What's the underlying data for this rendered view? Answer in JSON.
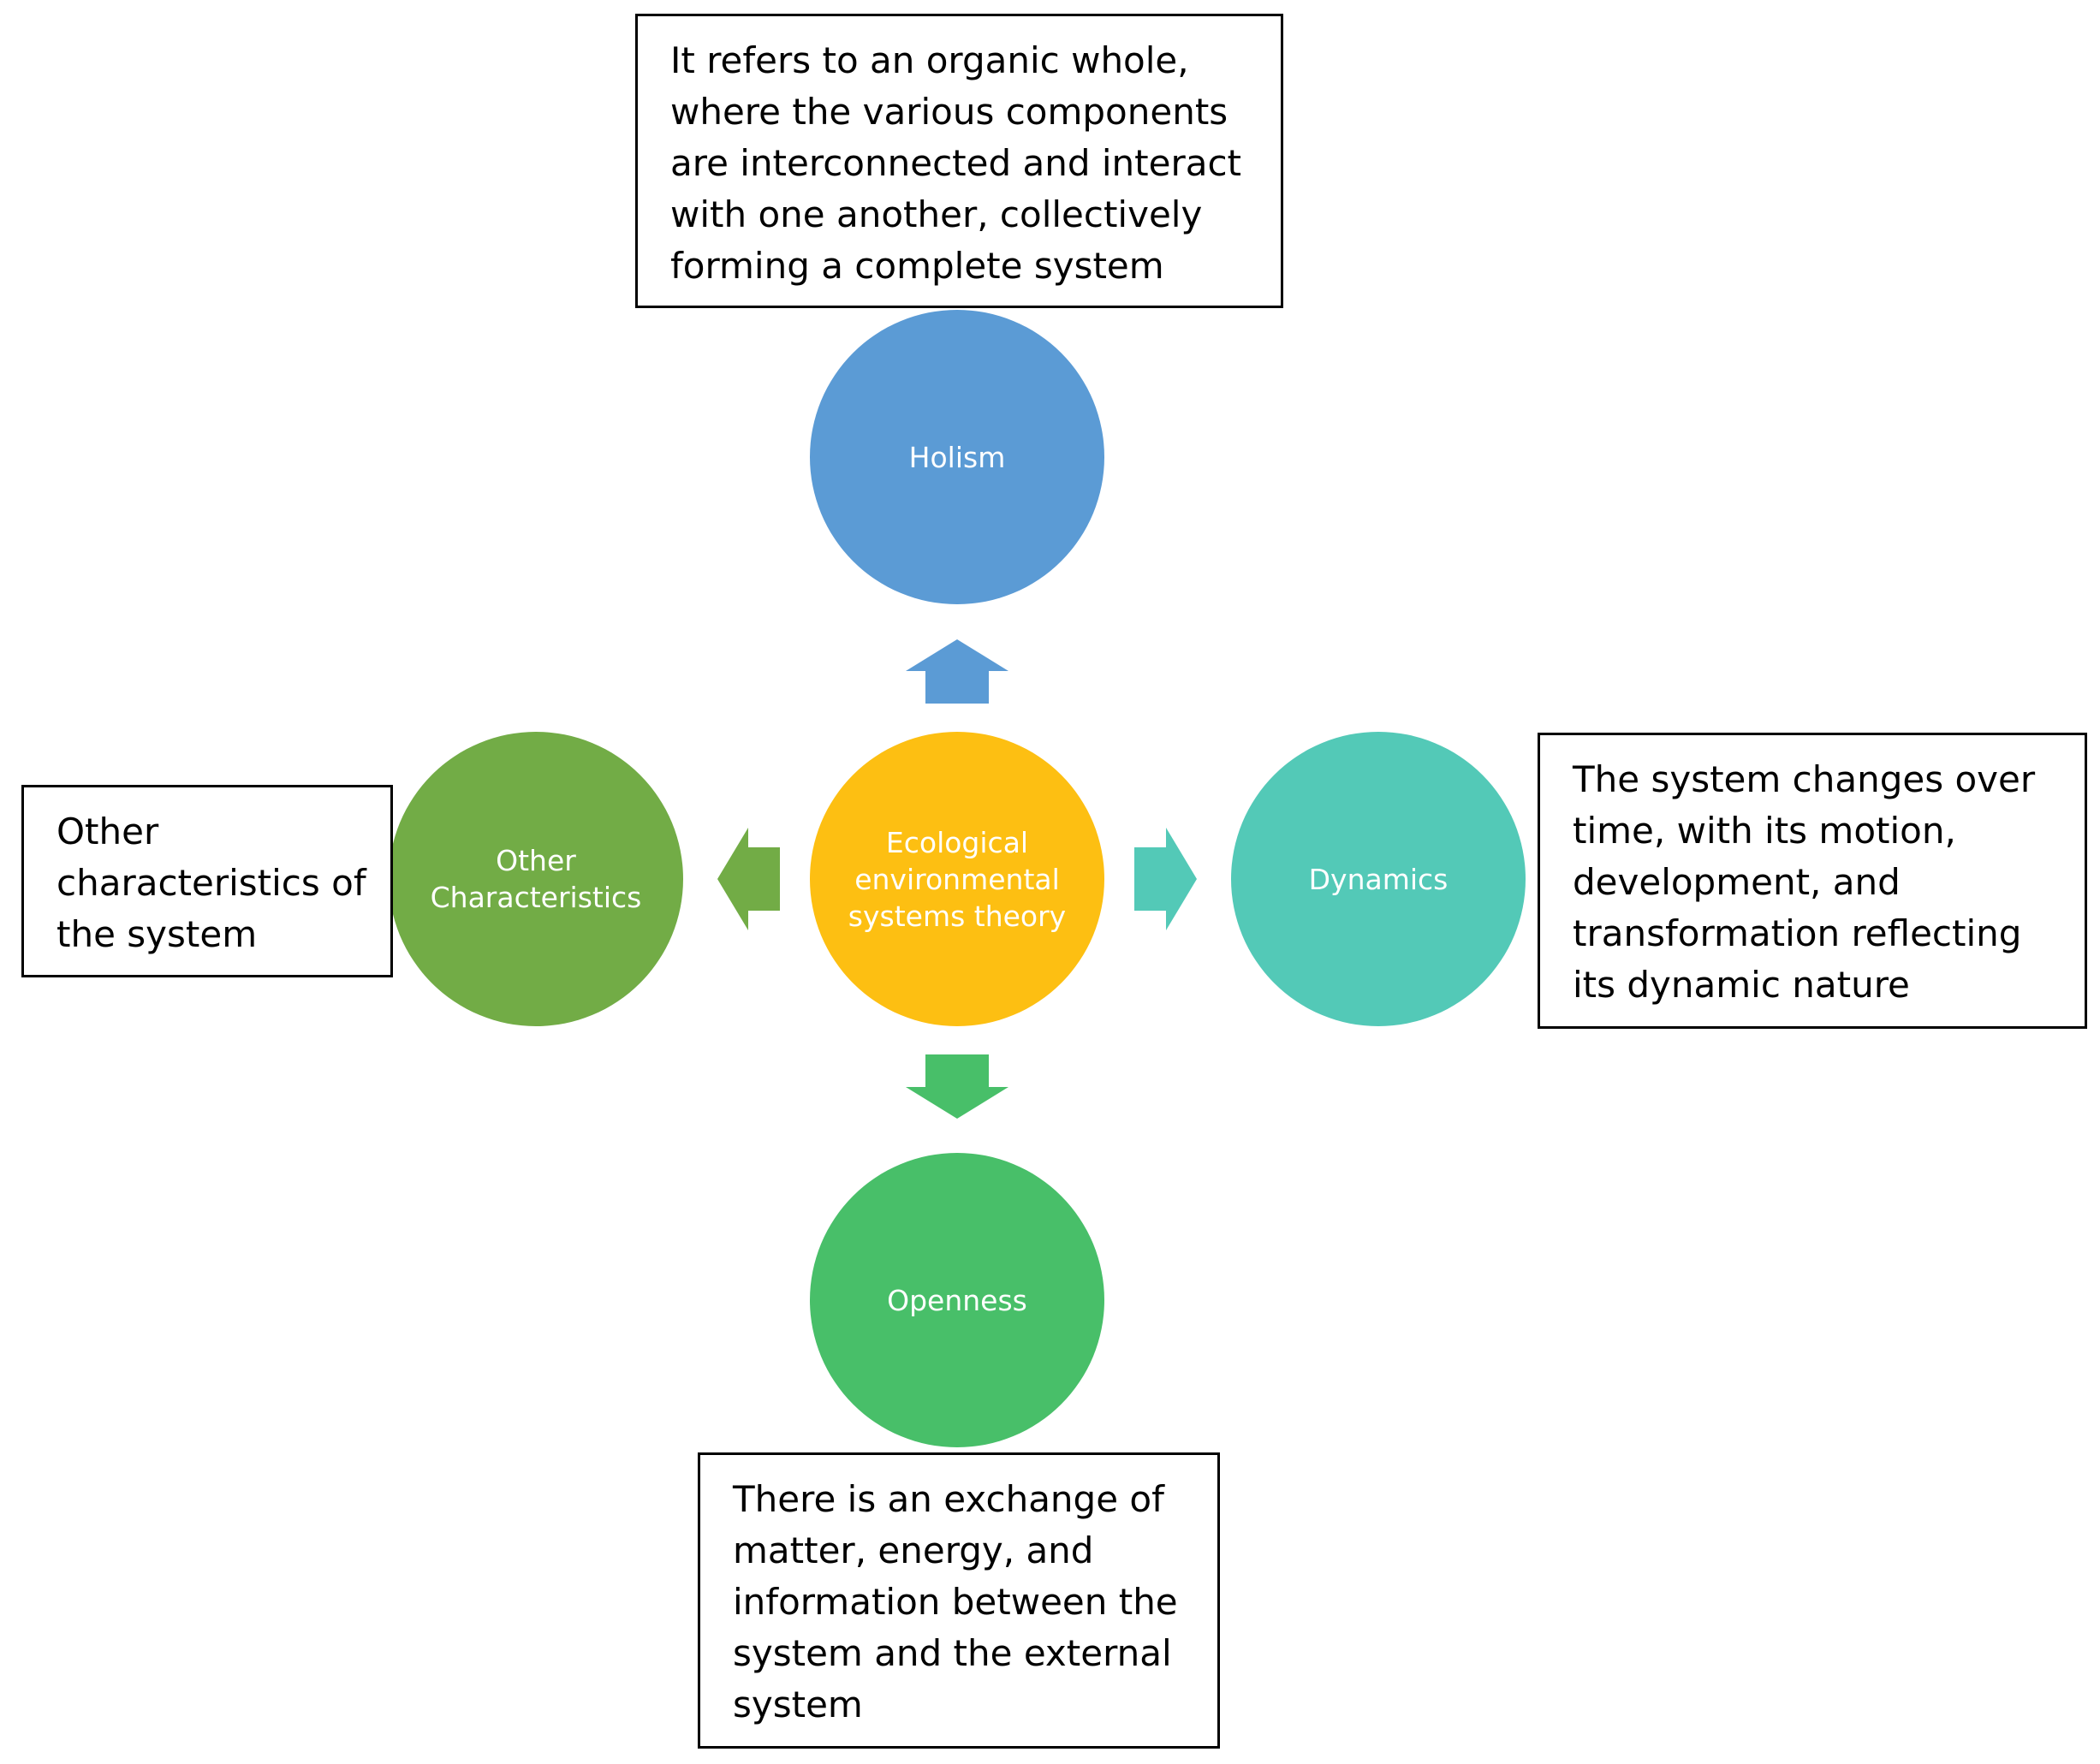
{
  "center": {
    "label": "Ecological\nenvironmental\nsystems theory",
    "color": "#FDBF12"
  },
  "nodes": {
    "holism": {
      "label": "Holism",
      "color": "#5B9BD5",
      "description": "It refers to an organic whole,\nwhere the various components\nare interconnected and interact\nwith one another, collectively\nforming a complete system"
    },
    "dynamics": {
      "label": "Dynamics",
      "color": "#53C9B7",
      "description": "The system changes over\ntime, with its motion,\ndevelopment, and\ntransformation reflecting\nits dynamic nature"
    },
    "openness": {
      "label": "Openness",
      "color": "#48BF69",
      "description": "There is an exchange of\nmatter, energy, and\ninformation between the\nsystem and the external\nsystem"
    },
    "other": {
      "label": "Other\nCharacteristics",
      "color": "#72AC46",
      "description": "Other\ncharacteristics of\nthe system"
    }
  },
  "connectors": {
    "up_color": "#5B9BD5",
    "right_color": "#53C9B7",
    "down_color": "#48BF69",
    "left_color": "#72AC46"
  }
}
